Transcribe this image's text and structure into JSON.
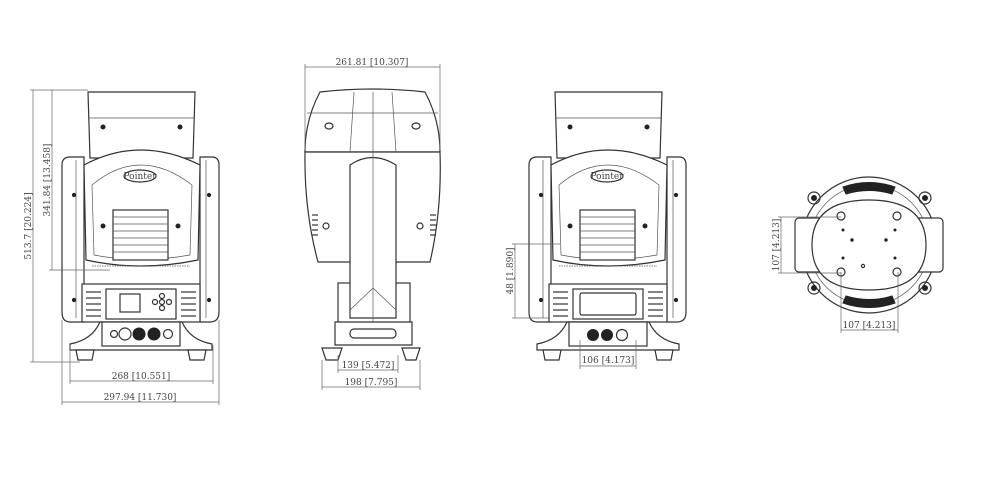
{
  "colors": {
    "line": "#333333",
    "background": "#ffffff"
  },
  "front_view": {
    "overall_height": "513.7 [20.224]",
    "head_height": "341.84 [13.458]",
    "base_inner_width": "268 [10.551]",
    "overall_width": "297.94 [11.730]",
    "logo": "Pointer"
  },
  "side_view": {
    "head_width": "261.81 [10.307]",
    "base_inner_width": "139 [5.472]",
    "base_width": "198 [7.795]"
  },
  "rear_view": {
    "panel_height": "48 [1.890]",
    "connector_width": "106 [4.173]",
    "logo": "Pointer"
  },
  "bottom_view": {
    "hole_spacing_vertical": "107 [4.213]",
    "hole_spacing_horizontal": "107 [4.213]"
  }
}
